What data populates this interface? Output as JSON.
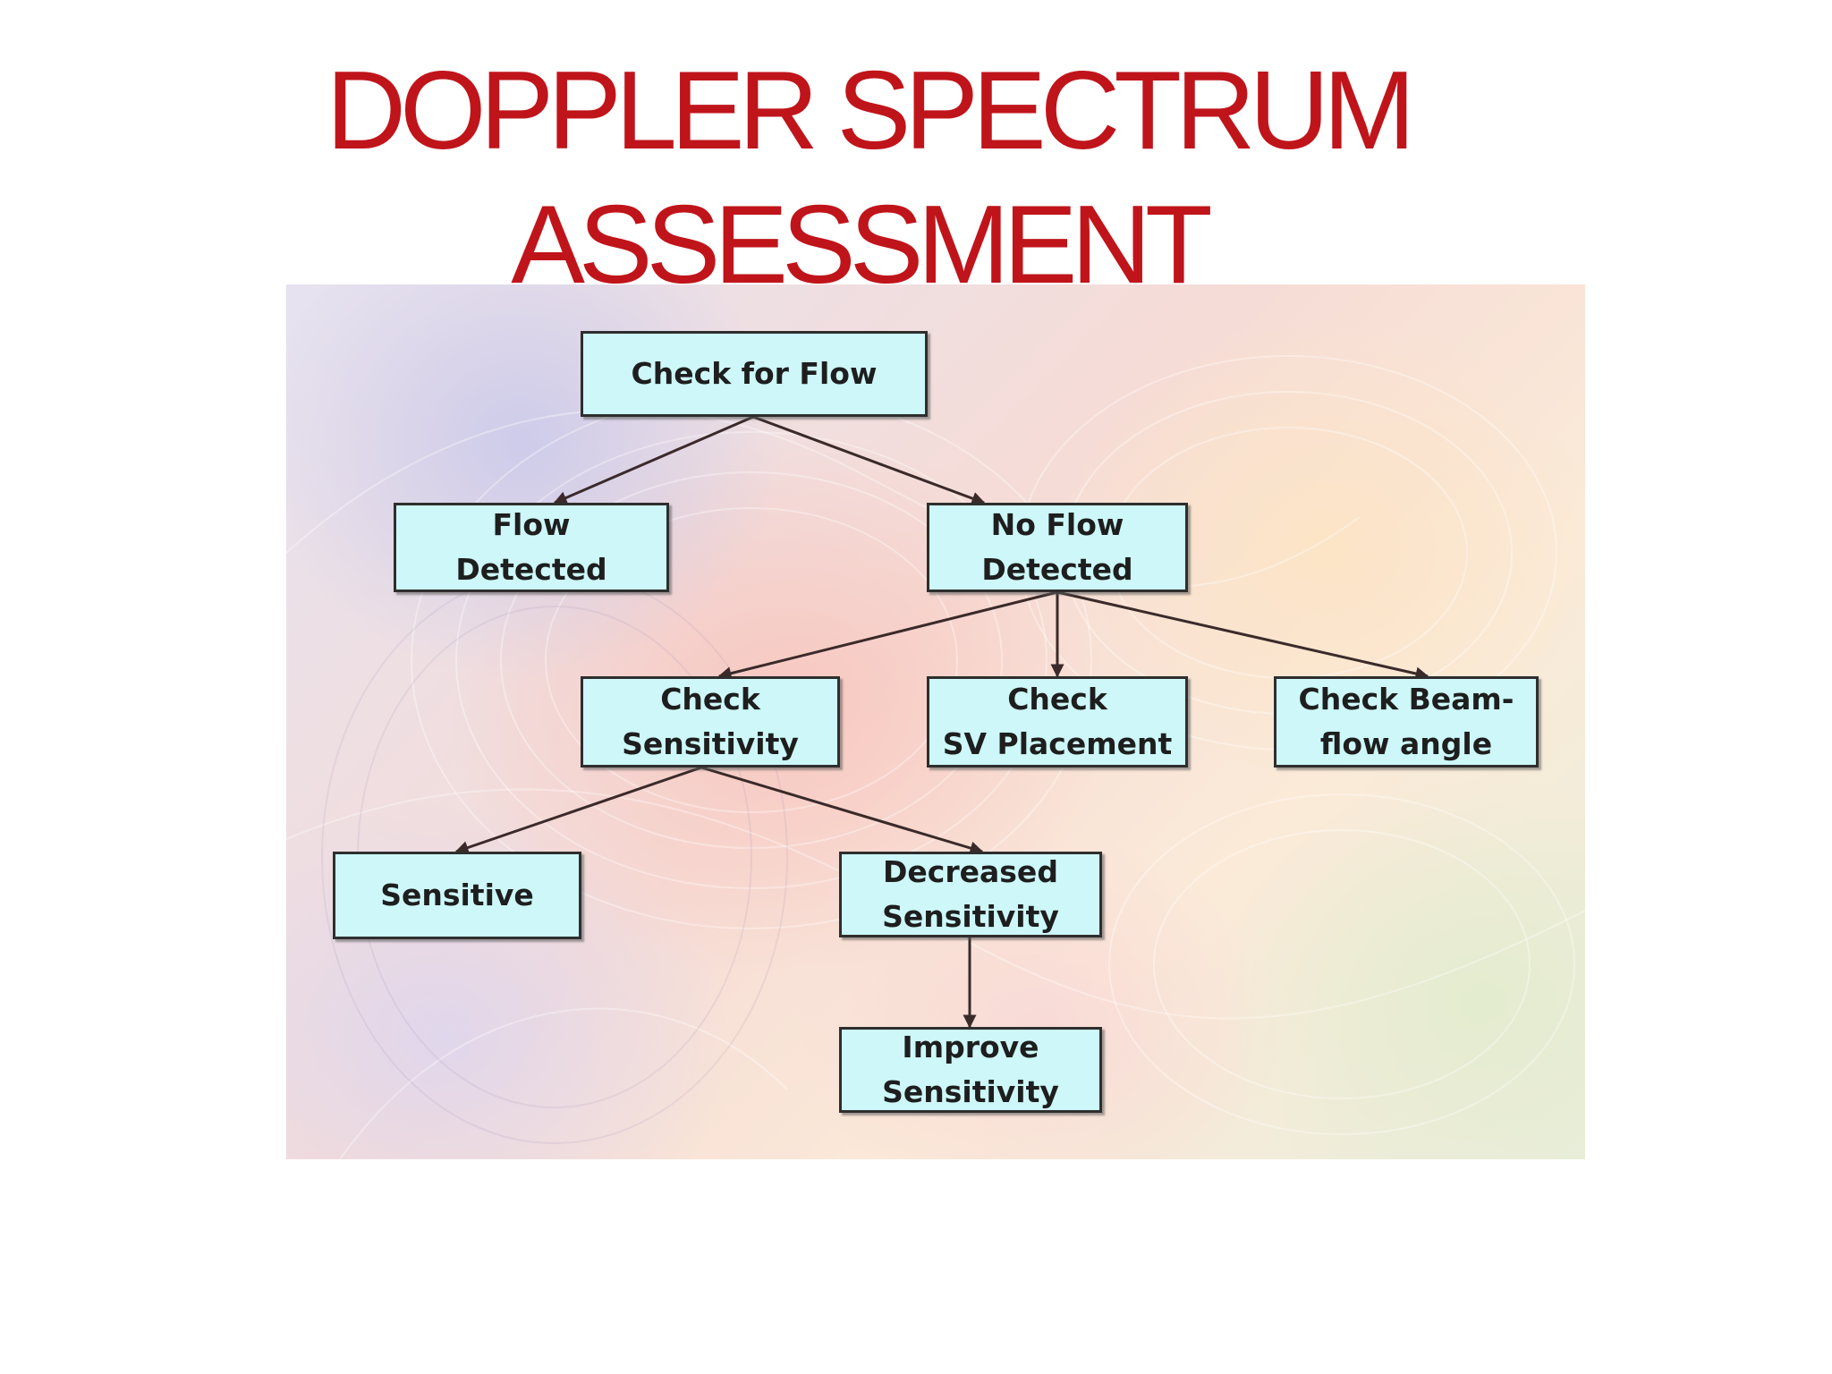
{
  "title": {
    "line1": "DOPPLER SPECTRUM",
    "line2": "ASSESSMENT"
  },
  "colors": {
    "title": "#c0141b",
    "node_fill": "#cdf7f8",
    "node_border": "#2e2e2e"
  },
  "diagram": {
    "nodes": {
      "check_flow": "Check for Flow",
      "flow_detected": "Flow\nDetected",
      "no_flow": "No Flow\nDetected",
      "check_sensitivity": "Check\nSensitivity",
      "check_sv": "Check\nSV Placement",
      "check_beam": "Check Beam-\nflow angle",
      "sensitive": "Sensitive",
      "decreased": "Decreased\nSensitivity",
      "improve": "Improve\nSensitivity"
    },
    "edges": [
      [
        "check_flow",
        "flow_detected"
      ],
      [
        "check_flow",
        "no_flow"
      ],
      [
        "no_flow",
        "check_sensitivity"
      ],
      [
        "no_flow",
        "check_sv"
      ],
      [
        "no_flow",
        "check_beam"
      ],
      [
        "check_sensitivity",
        "sensitive"
      ],
      [
        "check_sensitivity",
        "decreased"
      ],
      [
        "decreased",
        "improve"
      ]
    ]
  }
}
